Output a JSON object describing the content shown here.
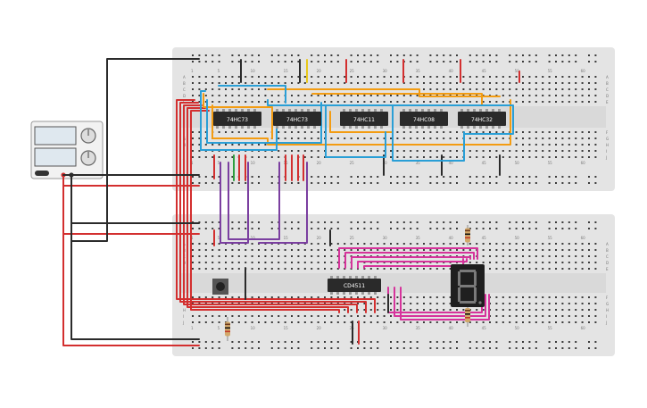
{
  "colors": {
    "board": "#e4e4e4",
    "hole": "#3a3a3a",
    "chip": "#2a2a2a",
    "chip_text": "#ffffff",
    "wire_red": "#d32f2f",
    "wire_black": "#2b2b2b",
    "wire_orange": "#f39c12",
    "wire_blue": "#2a9fd6",
    "wire_purple": "#7b3fa0",
    "wire_magenta": "#d6339b",
    "wire_green": "#2e9e3e",
    "wire_yellow": "#e8c81a",
    "display_body": "#1f1f1f",
    "display_segment": "#7a7a7a"
  },
  "chips_top": [
    {
      "label": "74HC73"
    },
    {
      "label": "74HC73"
    },
    {
      "label": "74HC11"
    },
    {
      "label": "74HC08"
    },
    {
      "label": "74HC32"
    }
  ],
  "chip_bottom": {
    "label": "CD4511"
  },
  "row_letters_top": [
    "A",
    "B",
    "C",
    "D",
    "E",
    "F",
    "G",
    "H",
    "I",
    "J"
  ],
  "row_letters_bottom": [
    "A",
    "B",
    "C",
    "D",
    "E",
    "F",
    "G",
    "H",
    "I",
    "J"
  ],
  "col_numbers": [
    "1",
    "5",
    "10",
    "15",
    "20",
    "25",
    "30",
    "35",
    "40",
    "45",
    "50",
    "55",
    "60"
  ],
  "power_supply": {
    "knob_icons": [
      "voltage-knob-icon",
      "current-knob-icon"
    ]
  }
}
